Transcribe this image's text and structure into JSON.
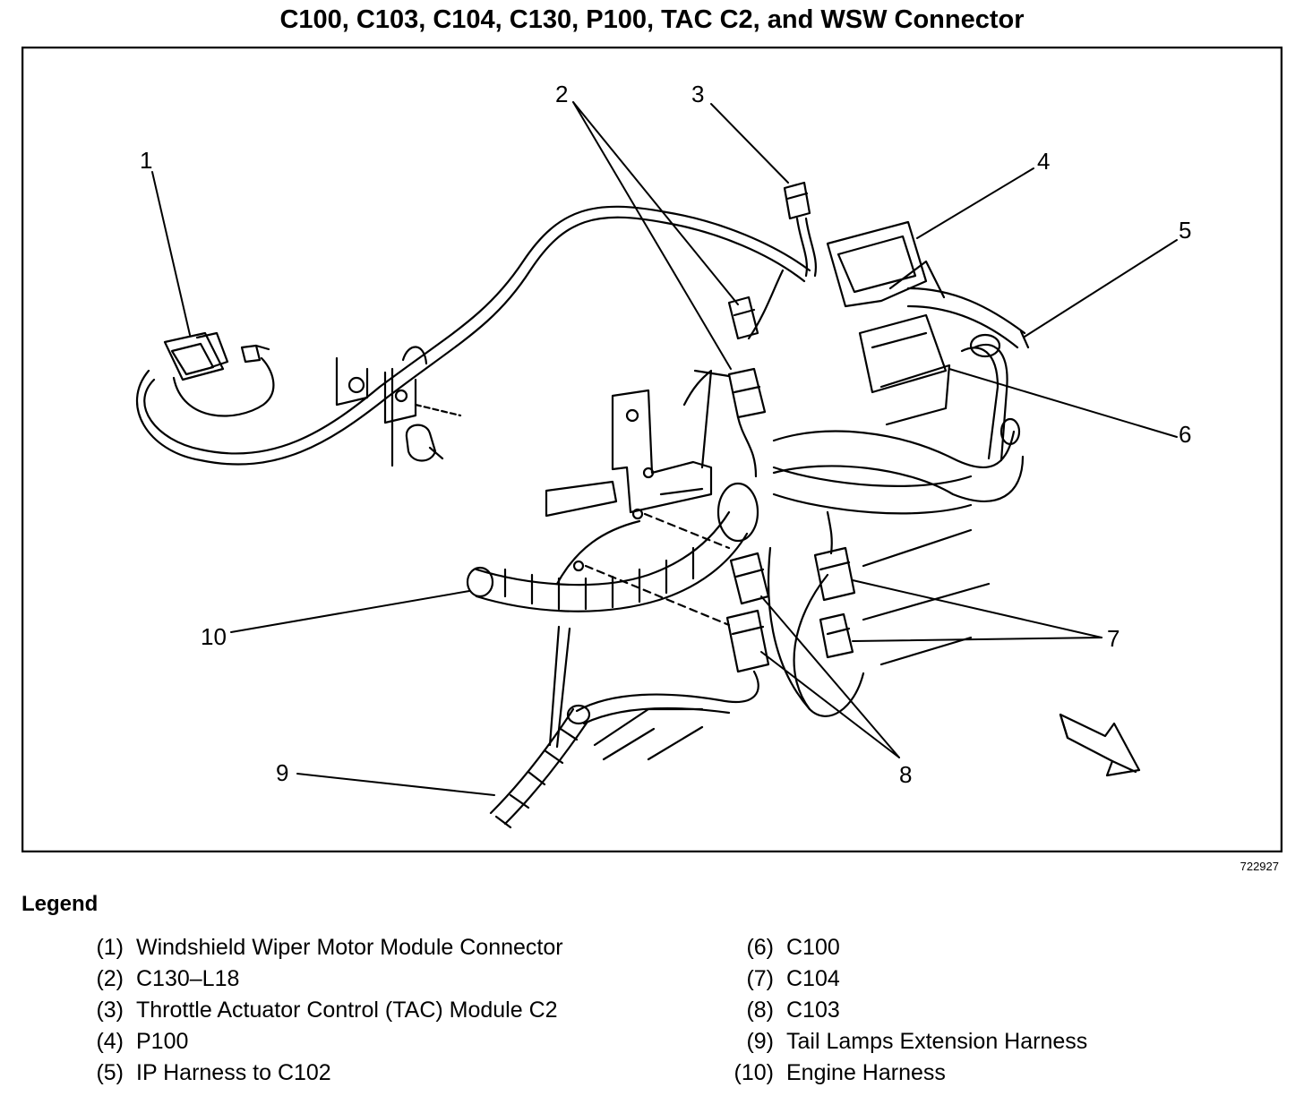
{
  "title": "C100, C103, C104, C130, P100, TAC C2, and WSW Connector",
  "figure_id": "722927",
  "callouts": [
    {
      "id": "c1",
      "text": "1"
    },
    {
      "id": "c2",
      "text": "2"
    },
    {
      "id": "c3",
      "text": "3"
    },
    {
      "id": "c4",
      "text": "4"
    },
    {
      "id": "c5",
      "text": "5"
    },
    {
      "id": "c6",
      "text": "6"
    },
    {
      "id": "c7",
      "text": "7"
    },
    {
      "id": "c8",
      "text": "8"
    },
    {
      "id": "c9",
      "text": "9"
    },
    {
      "id": "c10",
      "text": "10"
    }
  ],
  "legend": {
    "heading": "Legend",
    "left": [
      {
        "num": "(1)",
        "label": "Windshield Wiper Motor Module Connector"
      },
      {
        "num": "(2)",
        "label": "C130–L18"
      },
      {
        "num": "(3)",
        "label": "Throttle Actuator Control (TAC) Module C2"
      },
      {
        "num": "(4)",
        "label": "P100"
      },
      {
        "num": "(5)",
        "label": "IP Harness to C102"
      }
    ],
    "right": [
      {
        "num": "(6)",
        "label": "C100"
      },
      {
        "num": "(7)",
        "label": "C104"
      },
      {
        "num": "(8)",
        "label": "C103"
      },
      {
        "num": "(9)",
        "label": "Tail Lamps Extension Harness"
      },
      {
        "num": "(10)",
        "label": "Engine Harness"
      }
    ]
  }
}
